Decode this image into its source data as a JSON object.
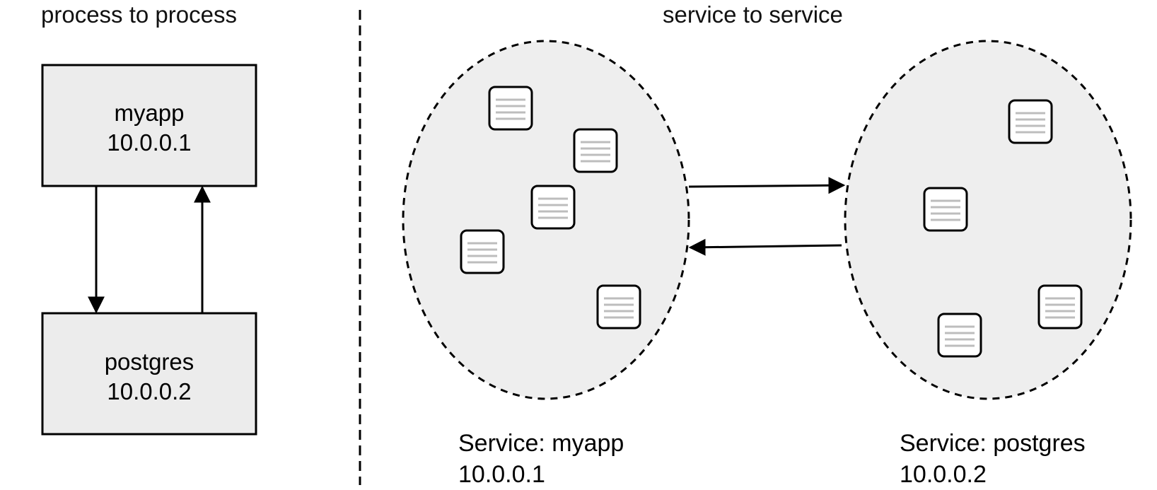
{
  "left_section": {
    "heading": "process to process",
    "process_a": {
      "name": "myapp",
      "ip": "10.0.0.1"
    },
    "process_b": {
      "name": "postgres",
      "ip": "10.0.0.2"
    }
  },
  "right_section": {
    "heading": "service to service",
    "service_a": {
      "label": "Service: myapp",
      "ip": "10.0.0.1",
      "instance_count": 5
    },
    "service_b": {
      "label": "Service: postgres",
      "ip": "10.0.0.2",
      "instance_count": 4
    }
  },
  "colors": {
    "box_fill": "#ececec",
    "ellipse_fill": "#eeeeee",
    "stroke": "#000000",
    "doc_lines": "#bdbdbd"
  }
}
